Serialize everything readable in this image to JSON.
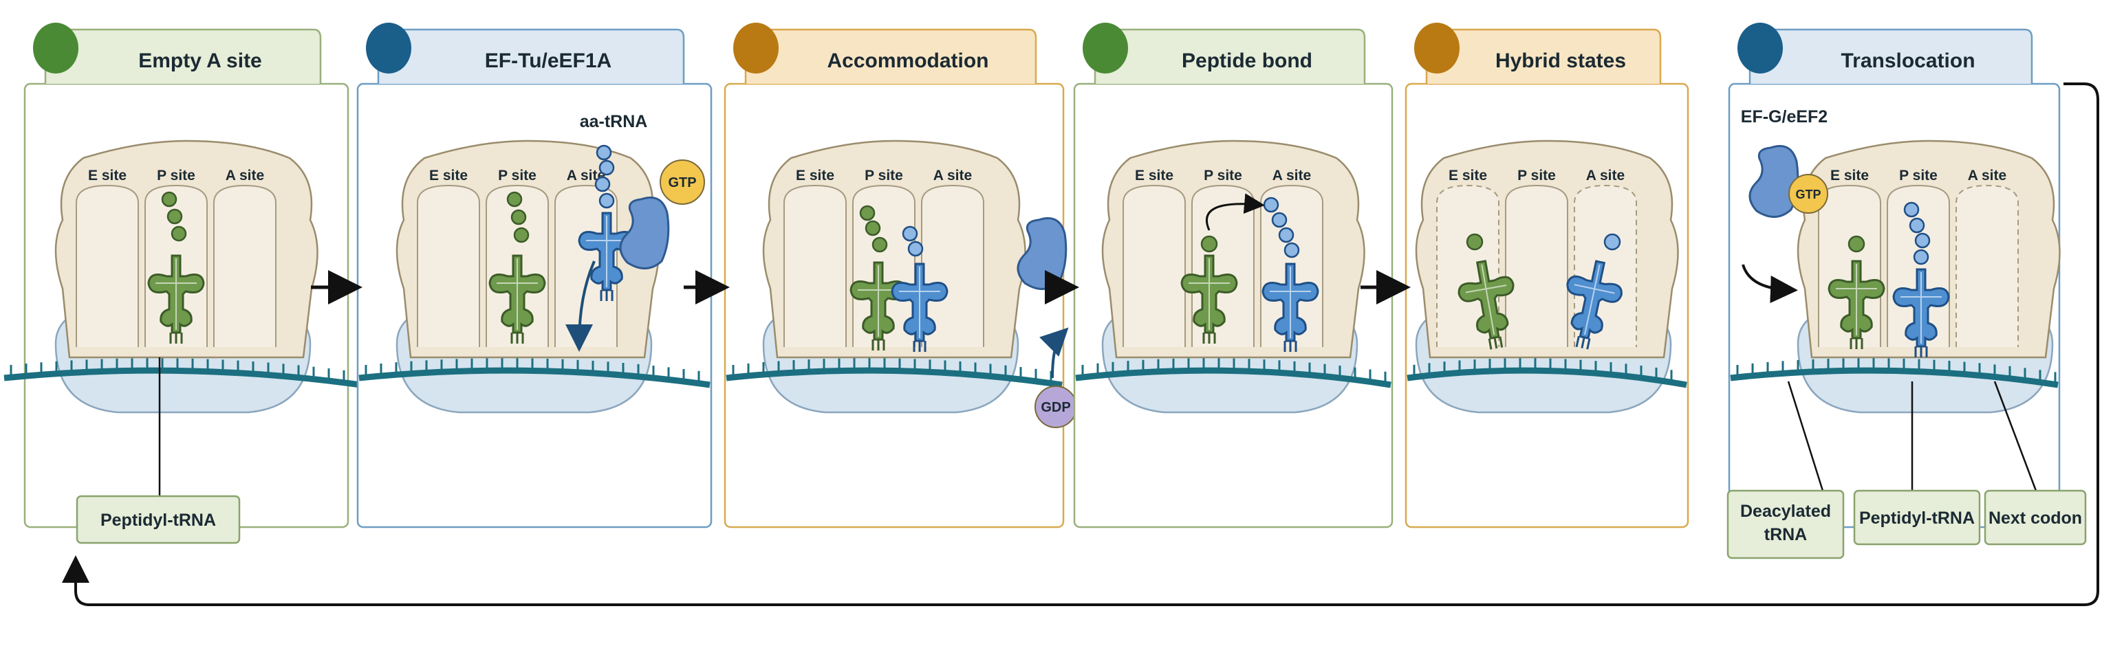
{
  "panels": [
    {
      "title": "Empty A site",
      "color": "#4a8a35",
      "tab_fill": "#e6edd8",
      "tab_stroke": "#99b07c",
      "sites": [
        "E site",
        "P site",
        "A site"
      ]
    },
    {
      "title": "EF-Tu/eEF1A",
      "color": "#1a5e8a",
      "tab_fill": "#dde8f3",
      "tab_stroke": "#6d9dc4",
      "sites": [
        "E site",
        "P site",
        "A site"
      ],
      "extra": [
        "aa-tRNA",
        "GTP"
      ]
    },
    {
      "title": "Accommodation",
      "color": "#b97a14",
      "tab_fill": "#f8e5c3",
      "tab_stroke": "#d9a94f",
      "sites": [
        "E site",
        "P site",
        "A site"
      ],
      "extra": [
        "GDP"
      ]
    },
    {
      "title": "Peptide bond",
      "color": "#4a8a35",
      "tab_fill": "#e6edd8",
      "tab_stroke": "#99b07c",
      "sites": [
        "E site",
        "P site",
        "A site"
      ]
    },
    {
      "title": "Hybrid states",
      "color": "#b97a14",
      "tab_fill": "#f8e5c3",
      "tab_stroke": "#d9a94f",
      "sites": [
        "E site",
        "P site",
        "A site"
      ]
    },
    {
      "title": "Translocation",
      "color": "#1a5e8a",
      "tab_fill": "#dde8f3",
      "tab_stroke": "#6d9dc4",
      "sites": [
        "E site",
        "P site",
        "A site"
      ],
      "extra": [
        "EF-G/eEF2",
        "GTP"
      ]
    }
  ],
  "callouts": {
    "peptidyl_trna_1": "Peptidyl-tRNA",
    "deacylated_trna": [
      "Deacylated",
      "tRNA"
    ],
    "peptidyl_trna_2": "Peptidyl-tRNA",
    "next_codon": "Next codon"
  },
  "colors": {
    "ribosome_large": "#efe6d3",
    "ribosome_small": "#d5e4ef",
    "mrna": "#1b6f80",
    "trna_green": "#6f9a4c",
    "trna_blue": "#4f8fd0",
    "gtp_yellow": "#f3c64e",
    "gdp_purple": "#b6a7d9"
  }
}
